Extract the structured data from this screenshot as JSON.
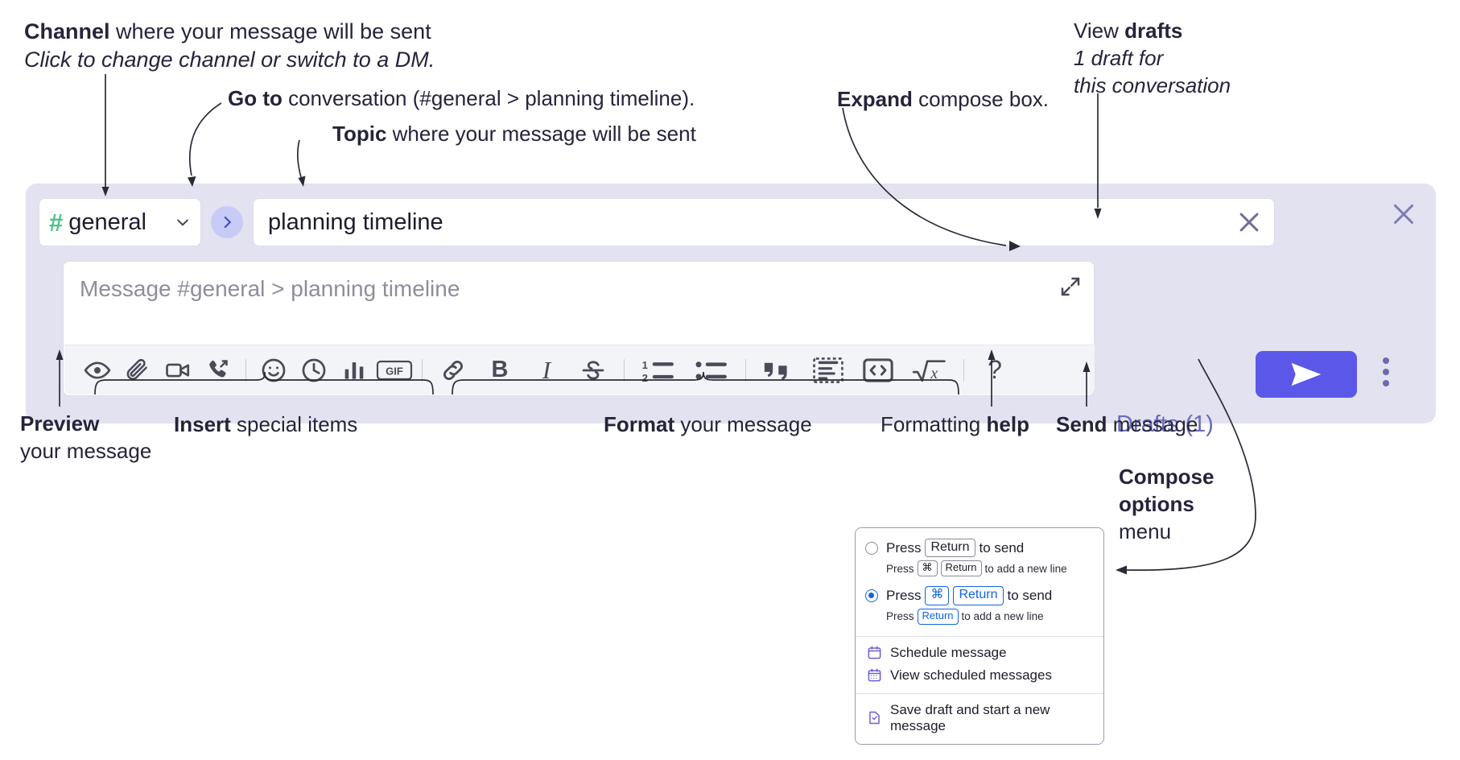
{
  "annotations": {
    "channel": {
      "strong": "Channel",
      "rest": " where your message will be sent",
      "italic": "Click to change channel or switch to a DM."
    },
    "goto": {
      "strong": "Go to",
      "rest": " conversation (#general > planning timeline)."
    },
    "topic": {
      "strong": "Topic",
      "rest": " where your message will be sent"
    },
    "expand": {
      "strong": "Expand",
      "rest": " compose box."
    },
    "drafts": {
      "strong_pre": "View ",
      "strong": "drafts",
      "italic1": "1 draft for",
      "italic2": "this conversation"
    },
    "preview": {
      "strong": "Preview",
      "rest": "your message"
    },
    "insert": {
      "strong": "Insert",
      "rest": " special items"
    },
    "format": {
      "strong": "Format",
      "rest": " your message"
    },
    "help": {
      "pre": "Formatting ",
      "strong": "help"
    },
    "send": {
      "strong": "Send",
      "rest": " message"
    },
    "compose_options": {
      "strong1": "Compose",
      "strong2": "options",
      "rest": "menu"
    }
  },
  "compose": {
    "channel_name": "general",
    "channel_hash": "#",
    "topic_value": "planning timeline",
    "message_placeholder": "Message #general > planning timeline",
    "drafts_label": "Drafts (1)",
    "accent_color": "#5b57e8",
    "panel_color": "#e2e2f0",
    "hash_color": "#4cc38a",
    "toolbar": [
      {
        "name": "preview-icon",
        "label": "Preview"
      },
      {
        "name": "attachment-icon",
        "label": "Attach file"
      },
      {
        "name": "video-icon",
        "label": "Record video clip"
      },
      {
        "name": "audio-huddle-icon",
        "label": "Record audio clip"
      },
      {
        "sep": true
      },
      {
        "name": "emoji-icon",
        "label": "Emoji"
      },
      {
        "name": "clock-icon",
        "label": "Schedule"
      },
      {
        "name": "poll-icon",
        "label": "Poll"
      },
      {
        "name": "gif-icon",
        "label": "GIF"
      },
      {
        "sep": true
      },
      {
        "name": "link-icon",
        "label": "Link"
      },
      {
        "name": "bold-icon",
        "label": "B"
      },
      {
        "name": "italic-icon",
        "label": "I"
      },
      {
        "name": "strikethrough-icon",
        "label": "Strikethrough"
      },
      {
        "sep": true
      },
      {
        "name": "ordered-list-icon",
        "label": "Ordered list"
      },
      {
        "name": "bulleted-list-icon",
        "label": "Bulleted list"
      },
      {
        "sep": true
      },
      {
        "name": "blockquote-icon",
        "label": "Blockquote"
      },
      {
        "name": "code-block-icon",
        "label": "Code block"
      },
      {
        "name": "inline-code-icon",
        "label": "Code"
      },
      {
        "name": "latex-icon",
        "label": "Math"
      },
      {
        "sep": true
      },
      {
        "name": "help-icon",
        "label": "?"
      }
    ]
  },
  "menu": {
    "option1": {
      "pre": "Press",
      "key": "Return",
      "post": "to send",
      "sub_pre": "Press",
      "sub_key1": "⌘",
      "sub_key2": "Return",
      "sub_post": "to add a new line",
      "selected": false
    },
    "option2": {
      "pre": "Press",
      "key1": "⌘",
      "key2": "Return",
      "post": "to send",
      "sub_pre": "Press",
      "sub_key": "Return",
      "sub_post": "to add a new line",
      "selected": true
    },
    "items": [
      {
        "icon": "calendar-icon",
        "label": "Schedule message"
      },
      {
        "icon": "calendar-grid-icon",
        "label": "View scheduled messages"
      },
      {
        "icon": "save-draft-icon",
        "label": "Save draft and start a new message"
      }
    ]
  }
}
